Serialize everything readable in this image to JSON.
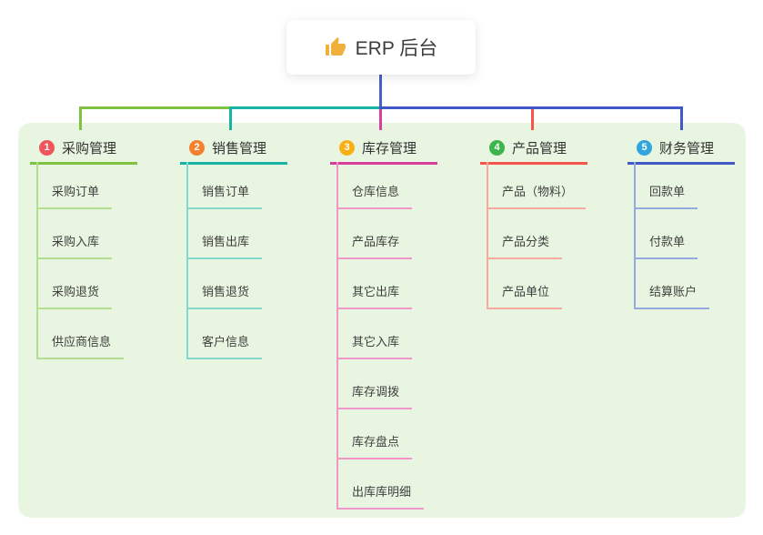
{
  "root": {
    "icon": "thumbs-up-icon",
    "label": "ERP 后台"
  },
  "branches": [
    {
      "number": "1",
      "label": "采购管理",
      "badge_color": "#f0545c",
      "line_color": "#7fc140",
      "line_light_color": "#b5dd92",
      "children": [
        "采购订单",
        "采购入库",
        "采购退货",
        "供应商信息"
      ]
    },
    {
      "number": "2",
      "label": "销售管理",
      "badge_color": "#f5812e",
      "line_color": "#17b3a3",
      "line_light_color": "#84d8cd",
      "children": [
        "销售订单",
        "销售出库",
        "销售退货",
        "客户信息"
      ]
    },
    {
      "number": "3",
      "label": "库存管理",
      "badge_color": "#f9b017",
      "line_color": "#d83f9d",
      "line_light_color": "#f096c9",
      "children": [
        "仓库信息",
        "产品库存",
        "其它出库",
        "其它入库",
        "库存调拨",
        "库存盘点",
        "出库库明细"
      ]
    },
    {
      "number": "4",
      "label": "产品管理",
      "badge_color": "#3cb54d",
      "line_color": "#f5554a",
      "line_light_color": "#f9a8a2",
      "children": [
        "产品（物料）",
        "产品分类",
        "产品单位"
      ]
    },
    {
      "number": "5",
      "label": "财务管理",
      "badge_color": "#30a6dc",
      "line_color": "#4059c6",
      "line_light_color": "#96a9e2",
      "children": [
        "回款单",
        "付款单",
        "结算账户"
      ]
    }
  ],
  "colors": {
    "canvas_bg": "#ffffff",
    "container_bg": "#e8f5e1",
    "stem": "#4a5fc7",
    "root_text": "#3d3d3d",
    "child_text": "#3f3f3f",
    "thumb_icon": "#f0b13c"
  }
}
